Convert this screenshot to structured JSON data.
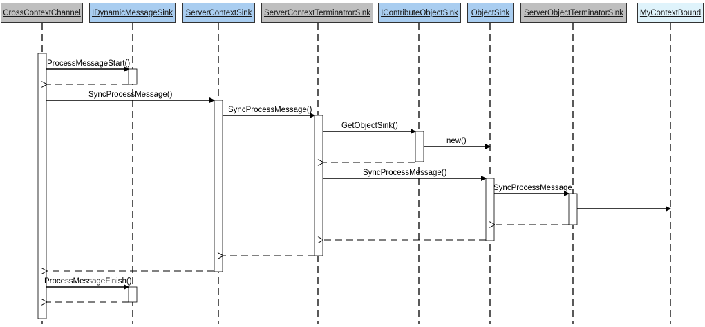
{
  "lifelines": [
    {
      "id": "ccc",
      "label": "CrossContextChannel",
      "color": "#bfbfbf"
    },
    {
      "id": "idms",
      "label": "IDynamicMessageSink",
      "color": "#a9cdf0"
    },
    {
      "id": "scs",
      "label": "ServerContextSink",
      "color": "#a9cdf0"
    },
    {
      "id": "scts",
      "label": "ServerContextTerminatrorSink",
      "color": "#bfbfbf"
    },
    {
      "id": "icos",
      "label": "IContributeObjectSink",
      "color": "#a9cdf0"
    },
    {
      "id": "os",
      "label": "ObjectSink",
      "color": "#a9cdf0"
    },
    {
      "id": "sots",
      "label": "ServerObjectTerminatorSink",
      "color": "#bfbfbf"
    },
    {
      "id": "mcb",
      "label": "MyContextBound",
      "color": "#dff3fb"
    }
  ],
  "messages": [
    {
      "label": "ProcessMessageStart()",
      "kind": "call"
    },
    {
      "label": "",
      "kind": "return"
    },
    {
      "label": "SyncProcessMessage()",
      "kind": "call"
    },
    {
      "label": "SyncProcessMessage()",
      "kind": "call"
    },
    {
      "label": "GetObjectSink()",
      "kind": "call"
    },
    {
      "label": "new()",
      "kind": "call"
    },
    {
      "label": "",
      "kind": "return"
    },
    {
      "label": "SyncProcessMessage()",
      "kind": "call"
    },
    {
      "label": "SyncProcessMessage",
      "kind": "call"
    },
    {
      "label": "",
      "kind": "call"
    },
    {
      "label": "",
      "kind": "return"
    },
    {
      "label": "",
      "kind": "return"
    },
    {
      "label": "",
      "kind": "return"
    },
    {
      "label": "",
      "kind": "return"
    },
    {
      "label": "ProcessMessageFinish()",
      "kind": "call"
    },
    {
      "label": "",
      "kind": "return"
    }
  ]
}
